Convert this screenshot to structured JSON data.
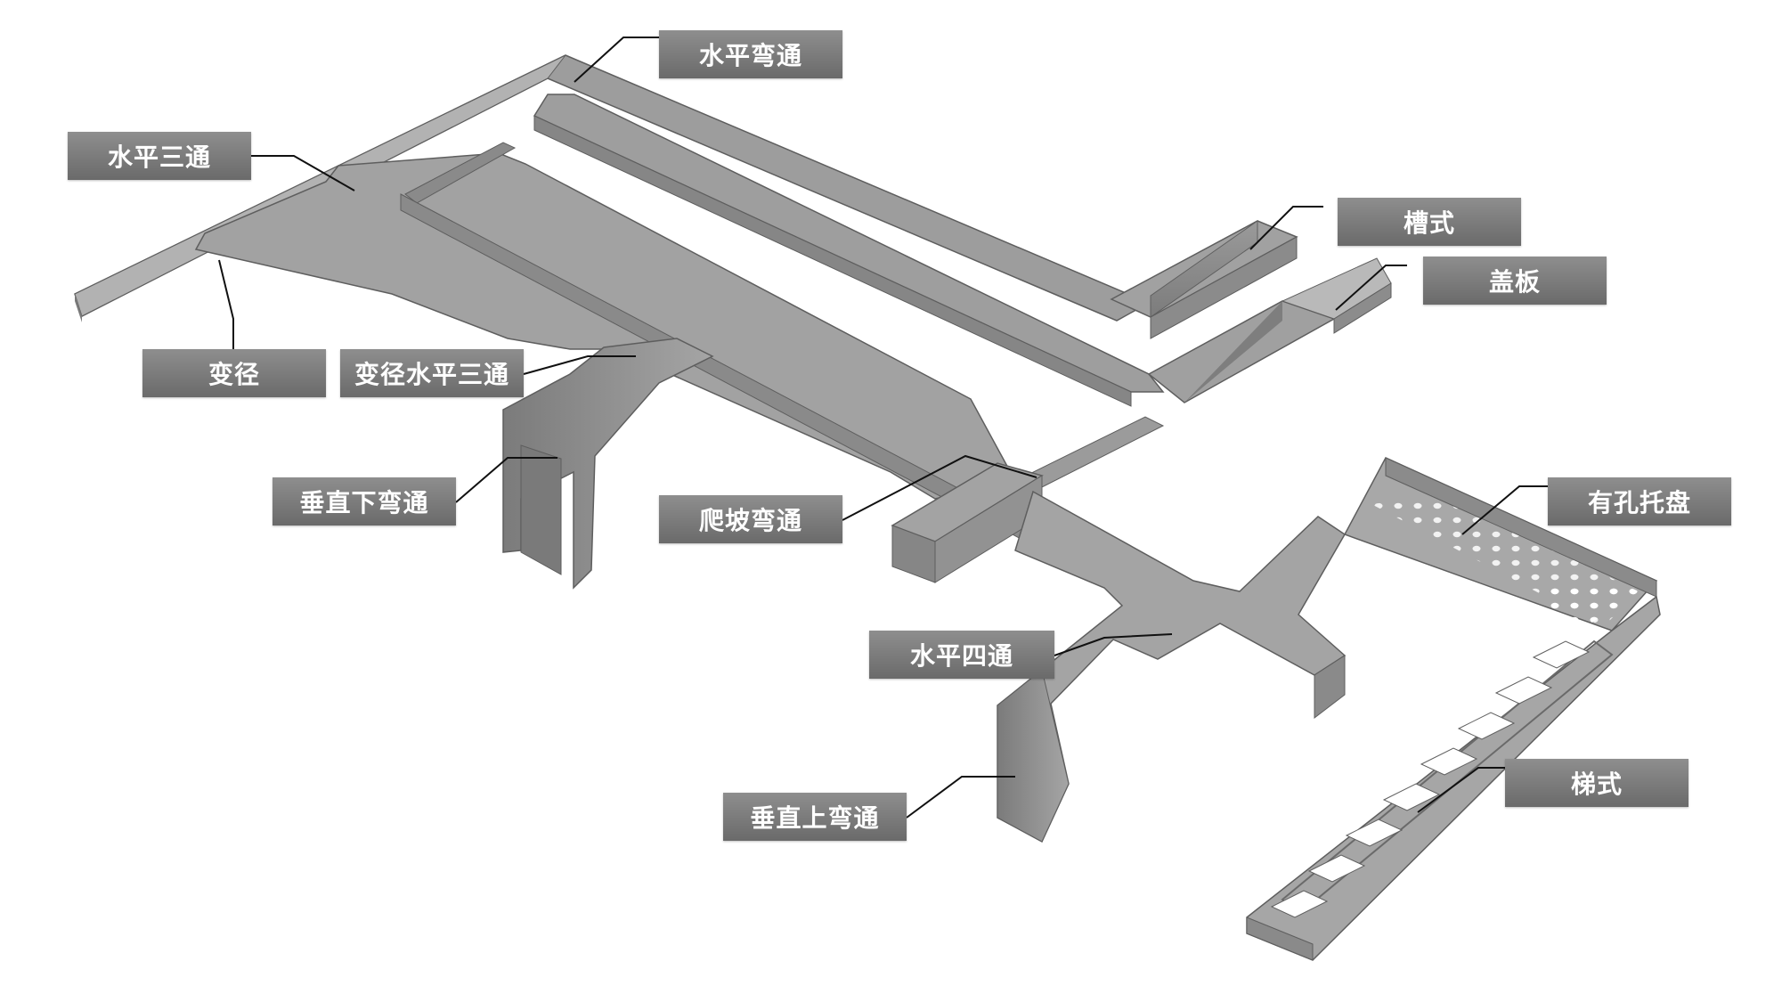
{
  "labels": {
    "horizontal_elbow": "水平弯通",
    "horizontal_tee": "水平三通",
    "trough": "槽式",
    "cover": "盖板",
    "reducer": "变径",
    "reducing_tee": "变径水平三通",
    "vertical_down_elbow": "垂直下弯通",
    "slope_elbow": "爬坡弯通",
    "perforated_tray": "有孔托盘",
    "horizontal_cross": "水平四通",
    "ladder": "梯式",
    "vertical_up_elbow": "垂直上弯通"
  },
  "colors": {
    "tray_top": "#a3a3a3",
    "tray_wall": "#8a8a8a",
    "tray_wall_dark": "#767676",
    "tray_edge": "#5e5e5e",
    "label_bg": "#7a7a7a",
    "label_text": "#ffffff",
    "leader_line": "#111111"
  }
}
